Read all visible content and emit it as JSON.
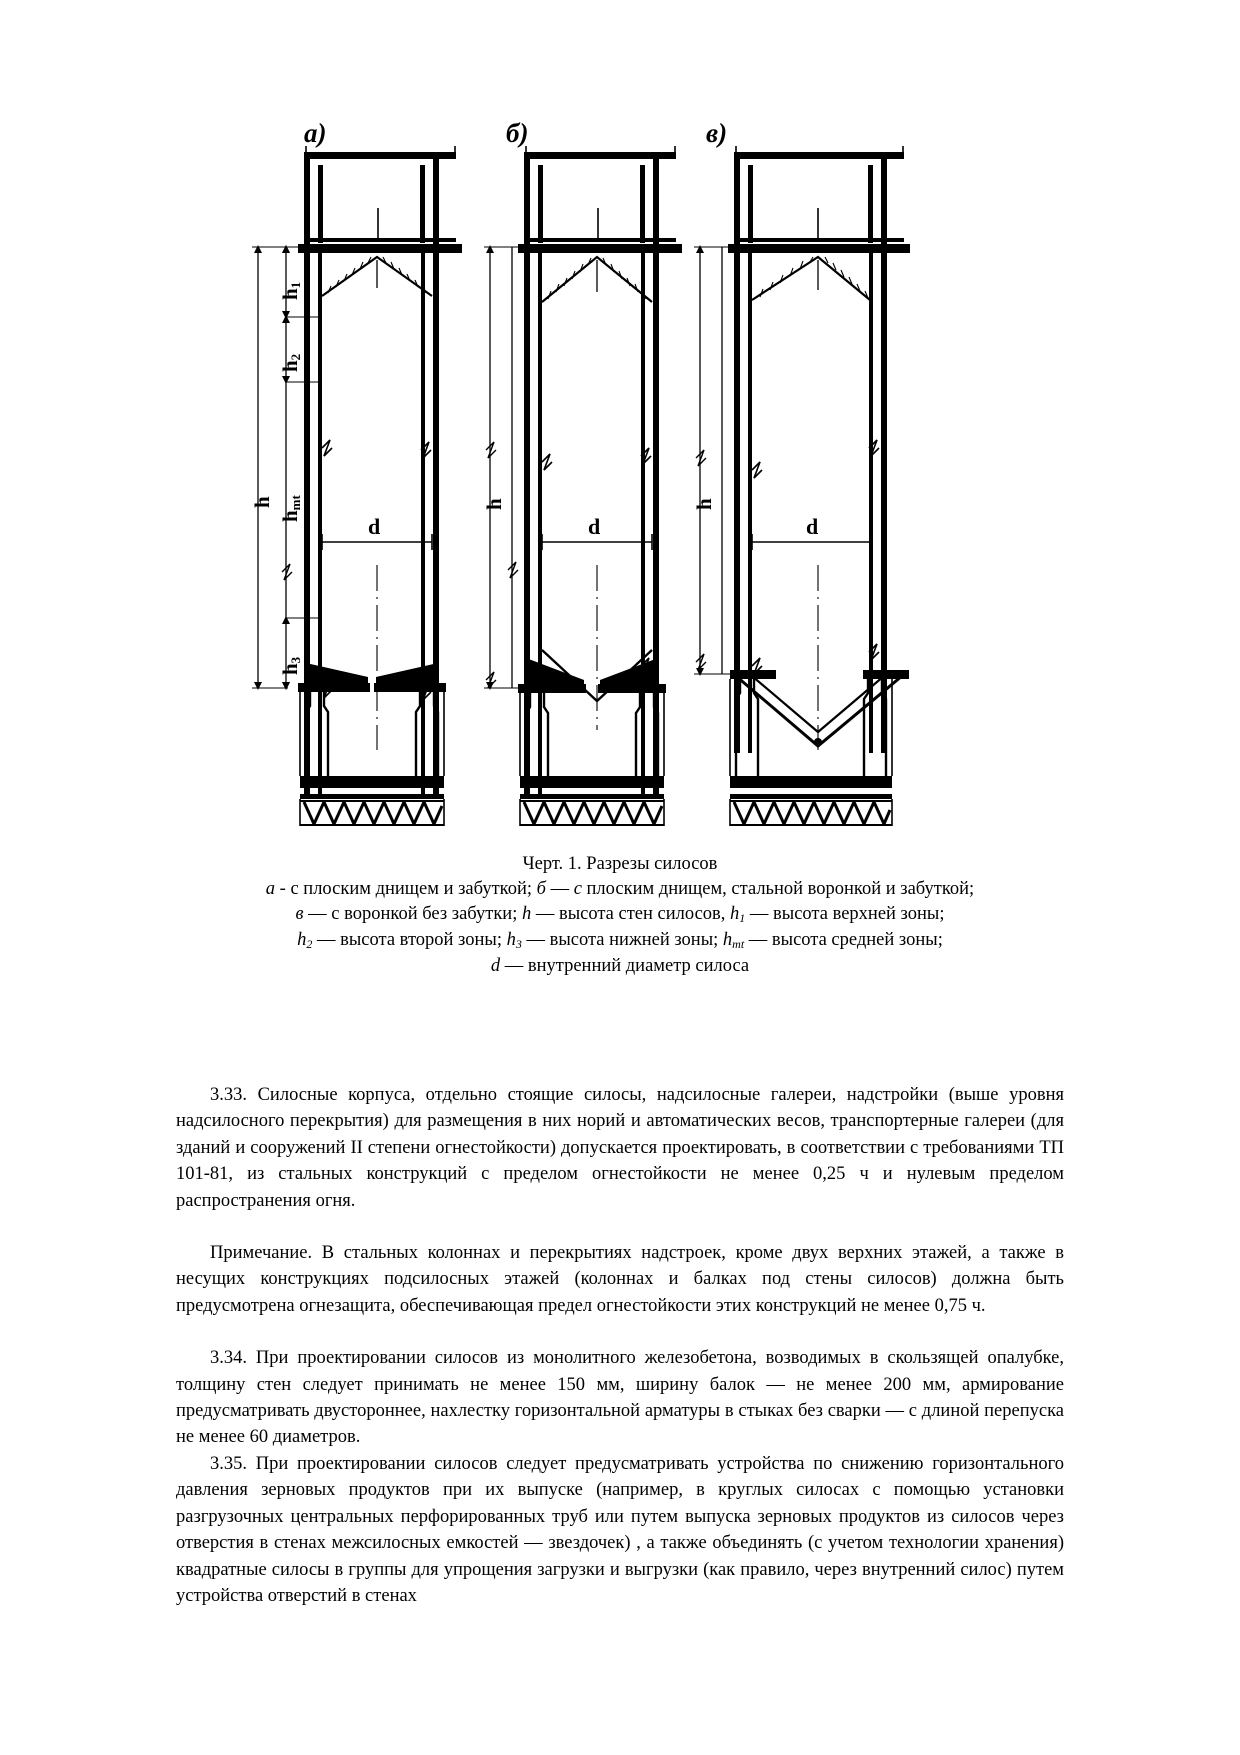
{
  "figure": {
    "panels": [
      {
        "letter": "а)",
        "name": "silo-flat-bottom-with-fill"
      },
      {
        "letter": "б)",
        "name": "silo-flat-bottom-steel-hopper-fill"
      },
      {
        "letter": "в)",
        "name": "silo-hopper-no-fill"
      }
    ],
    "dimension_labels": {
      "h": "h",
      "h1_base": "h",
      "h1_sub": "1",
      "h2_base": "h",
      "h2_sub": "2",
      "h3_base": "h",
      "h3_sub": "3",
      "hmt_base": "h",
      "hmt_sub": "mt",
      "d": "d"
    }
  },
  "caption": {
    "title": "Черт. 1. Разрезы силосов",
    "line1_a": "а",
    "line1_rest": " - с плоским днищем и забуткой; ",
    "line1_b": "б",
    "line1_b_rest": " — ",
    "line1_c": "с",
    "line1_tail": " плоским днищем, стальной воронкой и забуткой;",
    "line2_v": "в",
    "line2_a": " — с воронкой без забутки; ",
    "line2_h": "h",
    "line2_b": " — высота стен силосов, ",
    "line2_h1": "h",
    "line2_h1_sub": "1",
    "line2_c": " — высота верхней зоны;",
    "line3_h2": "h",
    "line3_h2_sub": "2",
    "line3_a": " — высота второй зоны; ",
    "line3_h3": "h",
    "line3_h3_sub": "3",
    "line3_b": " — высота нижней зоны; ",
    "line3_hmt": "h",
    "line3_hmt_sub": "mt",
    "line3_c": " —   высота средней зоны;",
    "line4_d": "d",
    "line4_rest": " — внутренний диаметр силоса"
  },
  "body": {
    "p333": "3.33. Силосные корпуса, отдельно стоящие силосы, надсилосные галереи, надстройки (выше уровня надсилосного перекрытия) для размещения   в них норий и автоматических весов, транспортерные галереи (для зданий и сооружений II степени огнестойкости) допускается проектировать, в соответствии с требованиями ТП 101-81, из стальных конструкций с пределом огнестойкости не менее 0,25 ч и нулевым пределом распространения огня.",
    "note": "Примечание. В стальных колоннах и перекрытиях надстроек, кроме двух верхних этажей, а также в несущих конструкциях подсилосных этажей (колоннах и балках под стены силосов) должна   быть предусмотрена огнезащита, обеспечивающая предел огнестойкости этих конструкций не менее 0,75 ч.",
    "p334": "3.34. При проектировании силосов из монолитного железобетона, возводимых в скользящей опалубке, толщину  стен следует  принимать не менее 150 мм, ширину балок — не менее 200 мм, армирование предусматривать двустороннее, нахлестку горизонтальной арматуры в стыках без сварки — с длиной перепуска не менее 60 диаметров.",
    "p335": "3.35. При проектировании силосов следует предусматривать устройства по снижению горизонтального давления зерновых продуктов при их выпуске (например, в круглых силосах с помощью установки   разгрузочных центральных   перфорированных труб или путем выпуска зерновых продуктов из силосов через отверстия в стенах межсилосных емкостей — звездочек) , а также объединять (с учетом технологии хранения) квадратные силосы в группы для упрощения загрузки и выгрузки (как правило, через внутренний силос) путем устройства отверстий в стенах"
  }
}
